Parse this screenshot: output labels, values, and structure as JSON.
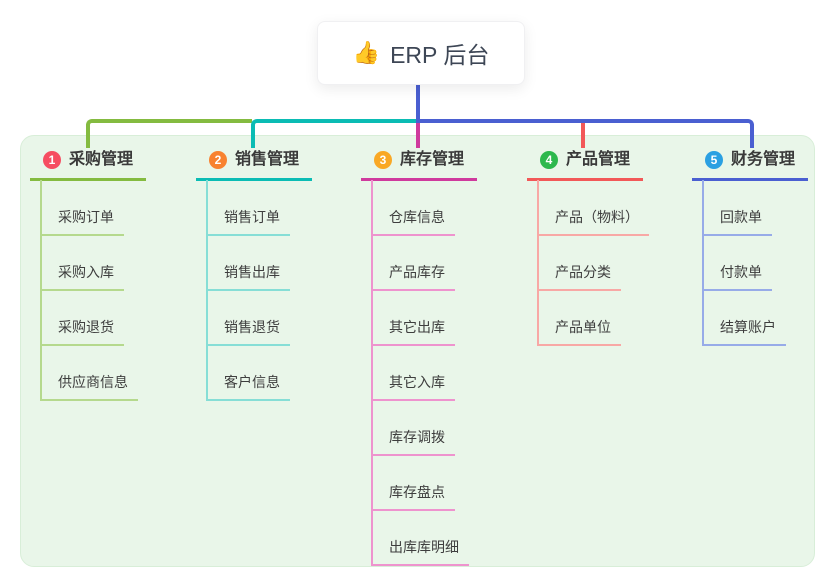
{
  "root": {
    "emoji": "👍",
    "icon": "thumbs-up-icon",
    "label": "ERP 后台"
  },
  "colors": {
    "page_bg": "#ffffff",
    "panel_bg": "#e9f6e9",
    "panel_border": "#d8eed8",
    "root_text": "#3d4655",
    "root_line": "#4a5fd1"
  },
  "branches": [
    {
      "number": "1",
      "label": "采购管理",
      "badge_color": "#f64d61",
      "line_color": "#84bb40",
      "child_line_color": "#b5d98d",
      "children": [
        "采购订单",
        "采购入库",
        "采购退货",
        "供应商信息"
      ]
    },
    {
      "number": "2",
      "label": "销售管理",
      "badge_color": "#f8822f",
      "line_color": "#0bbcb4",
      "child_line_color": "#86ded6",
      "children": [
        "销售订单",
        "销售出库",
        "销售退货",
        "客户信息"
      ]
    },
    {
      "number": "3",
      "label": "库存管理",
      "badge_color": "#f9a825",
      "line_color": "#cf3a9d",
      "child_line_color": "#ee93ce",
      "children": [
        "仓库信息",
        "产品库存",
        "其它出库",
        "其它入库",
        "库存调拨",
        "库存盘点",
        "出库库明细"
      ]
    },
    {
      "number": "4",
      "label": "产品管理",
      "badge_color": "#2db84d",
      "line_color": "#f25858",
      "child_line_color": "#f8a8a5",
      "children": [
        "产品（物料）",
        "产品分类",
        "产品单位"
      ]
    },
    {
      "number": "5",
      "label": "财务管理",
      "badge_color": "#2ba0e2",
      "line_color": "#4a5fd1",
      "child_line_color": "#97abe8",
      "children": [
        "回款单",
        "付款单",
        "结算账户"
      ]
    }
  ]
}
